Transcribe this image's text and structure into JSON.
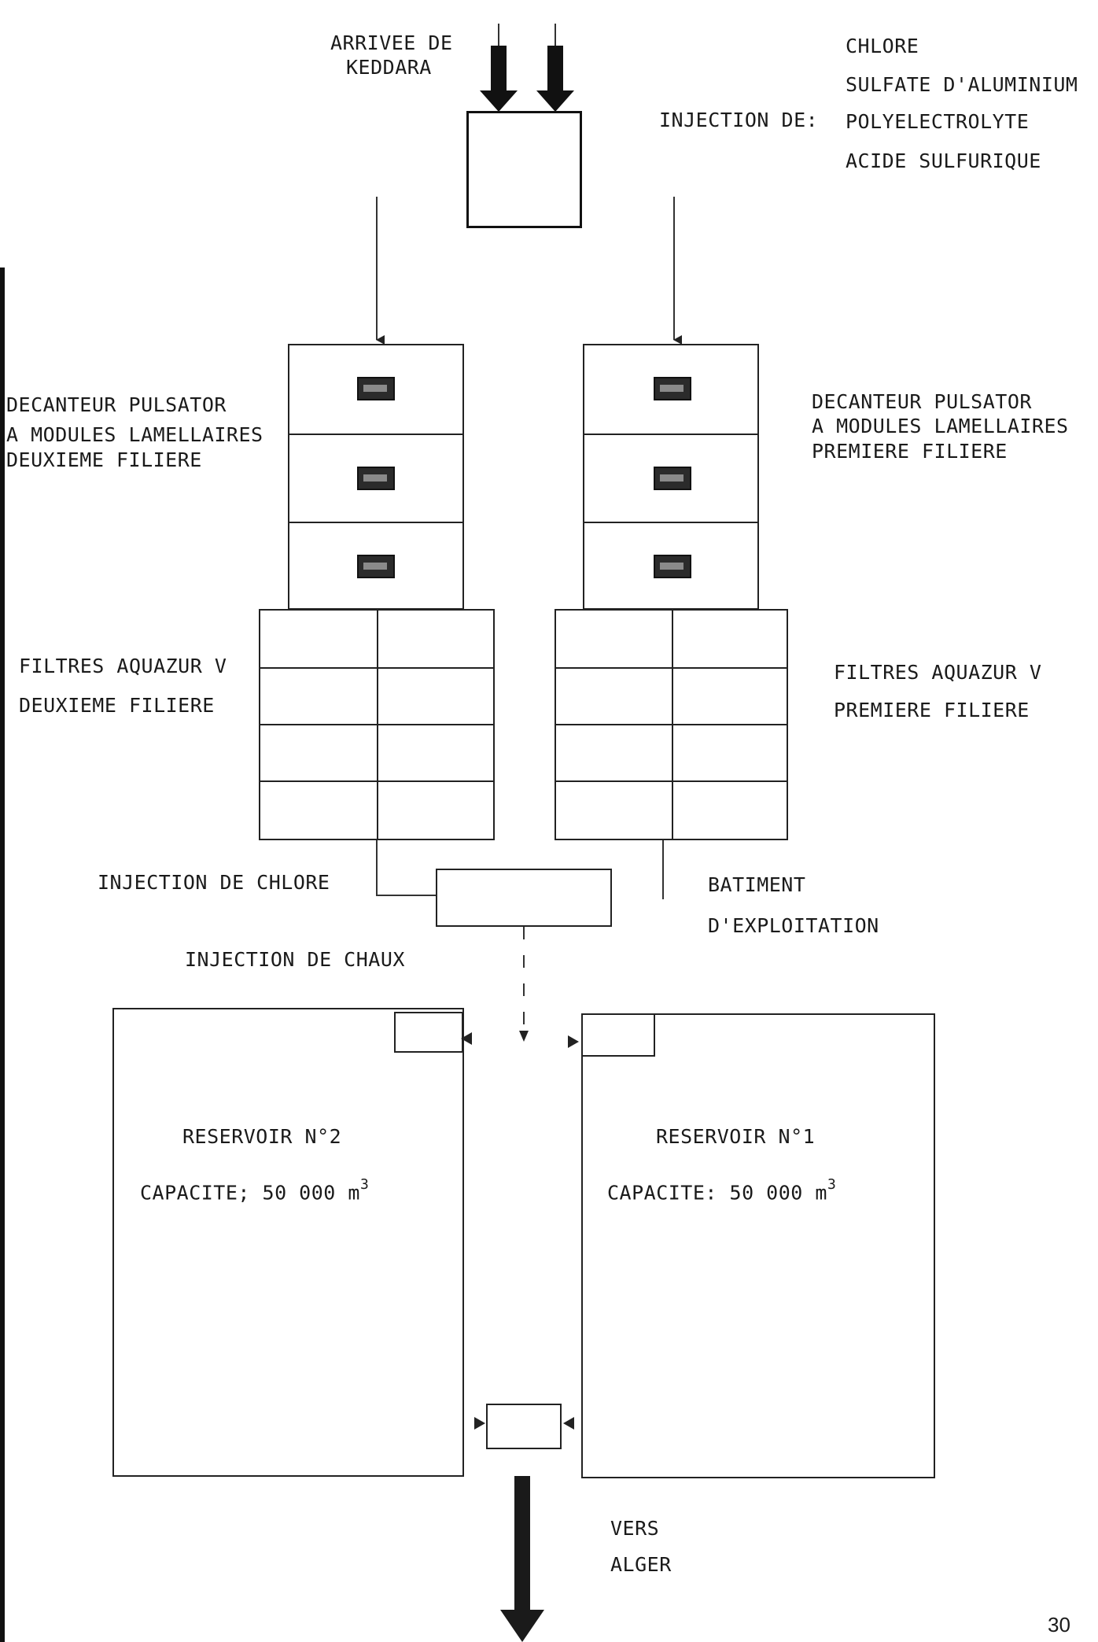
{
  "source": {
    "label_line1": "ARRIVEE DE",
    "label_line2": "KEDDARA"
  },
  "injection": {
    "prefix": "INJECTION DE:",
    "items": [
      "CHLORE",
      "SULFATE D'ALUMINIUM",
      "POLYELECTROLYTE",
      "ACIDE SULFURIQUE"
    ]
  },
  "decanters": {
    "left": {
      "line1": "DECANTEUR PULSATOR",
      "line2": "A MODULES LAMELLAIRES",
      "line3": "DEUXIEME FILIERE"
    },
    "right": {
      "line1": "DECANTEUR PULSATOR",
      "line2": "A MODULES LAMELLAIRES",
      "line3": "PREMIERE FILIERE"
    }
  },
  "filters": {
    "left": {
      "line1": "FILTRES AQUAZUR V",
      "line2": "DEUXIEME FILIERE"
    },
    "right": {
      "line1": "FILTRES AQUAZUR V",
      "line2": "PREMIERE FILIERE"
    }
  },
  "chlorine_injection": "INJECTION DE CHLORE",
  "lime_injection": "INJECTION DE CHAUX",
  "building": {
    "line1": "BATIMENT",
    "line2": "D'EXPLOITATION"
  },
  "reservoirs": {
    "left": {
      "name": "RESERVOIR N°2",
      "capacity": "CAPACITE; 50 000 m",
      "unit_exp": "3"
    },
    "right": {
      "name": "RESERVOIR N°1",
      "capacity": "CAPACITE: 50 000 m",
      "unit_exp": "3"
    }
  },
  "outlet": {
    "line1": "VERS",
    "line2": "ALGER"
  },
  "page_number": "30"
}
